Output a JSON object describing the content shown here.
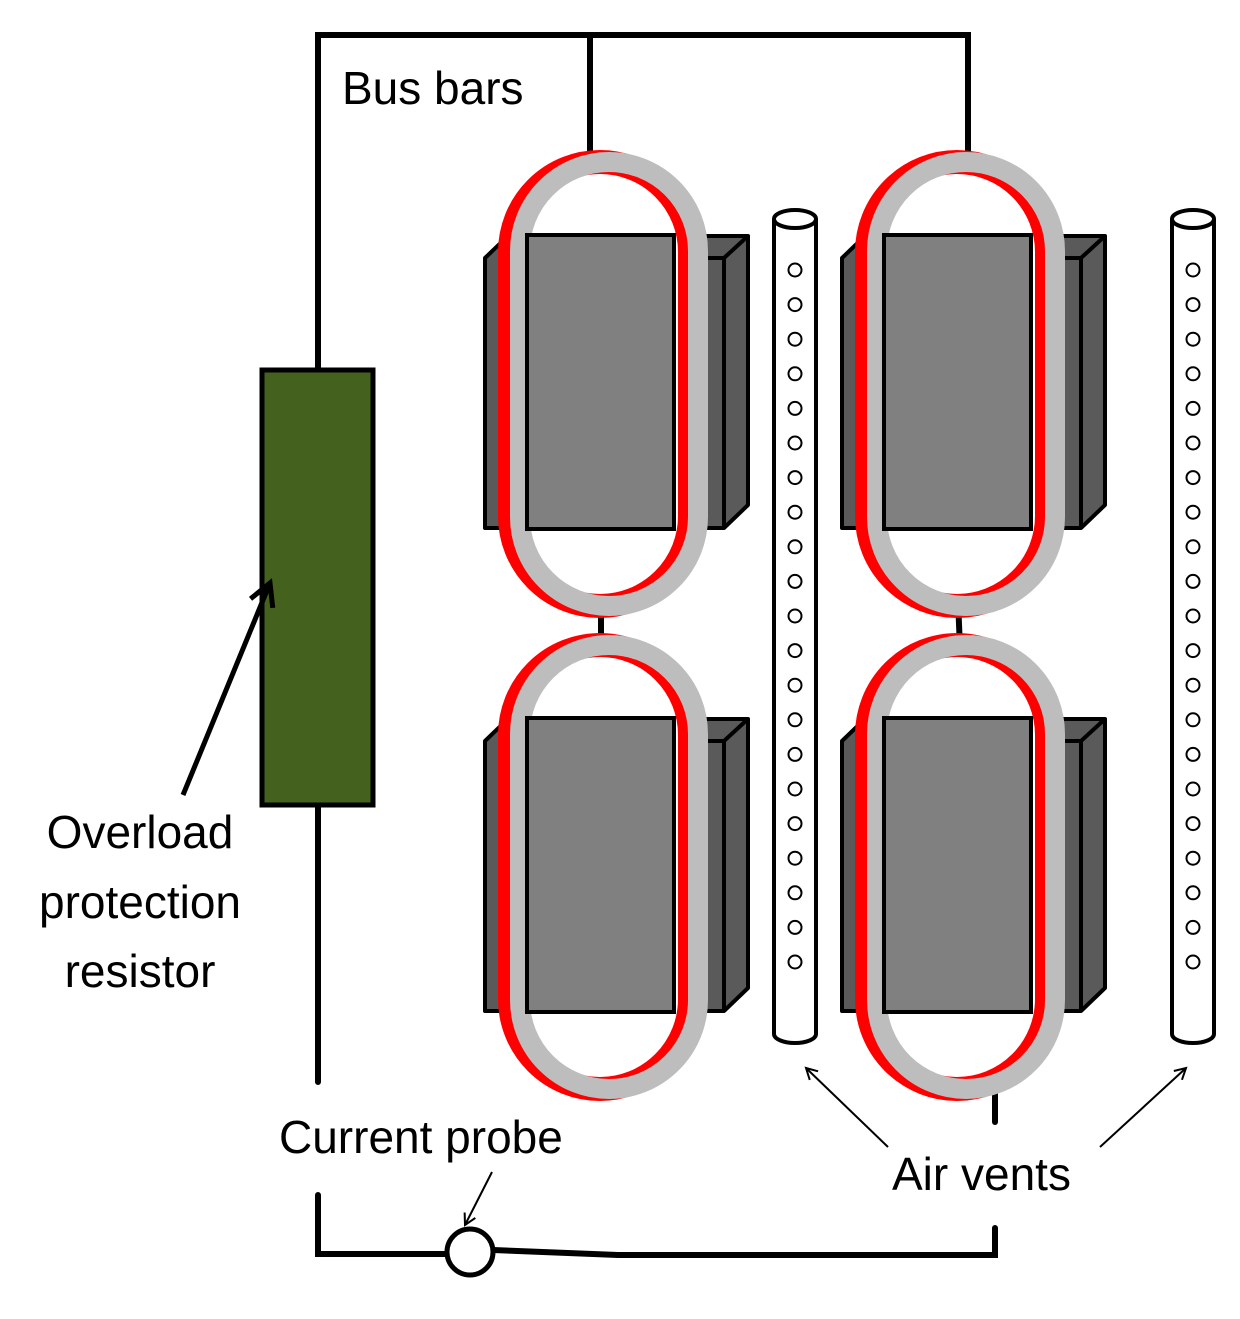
{
  "labels": {
    "bus_bars": "Bus bars",
    "resistor_line1": "Overload",
    "resistor_line2": "protection",
    "resistor_line3": "resistor",
    "current_probe": "Current probe",
    "air_vents": "Air vents"
  },
  "colors": {
    "resistor": "#44621e",
    "core_face": "#808080",
    "core_side": "#5a5a5a",
    "winding": "#bdbdbd",
    "winding_edge": "#ff0000",
    "wire": "#000000"
  },
  "components": {
    "transformers": [
      {
        "name": "transformer-top-left"
      },
      {
        "name": "transformer-top-right"
      },
      {
        "name": "transformer-bottom-left"
      },
      {
        "name": "transformer-bottom-right"
      }
    ],
    "air_vents": [
      {
        "name": "air-vent-left"
      },
      {
        "name": "air-vent-right"
      }
    ]
  }
}
